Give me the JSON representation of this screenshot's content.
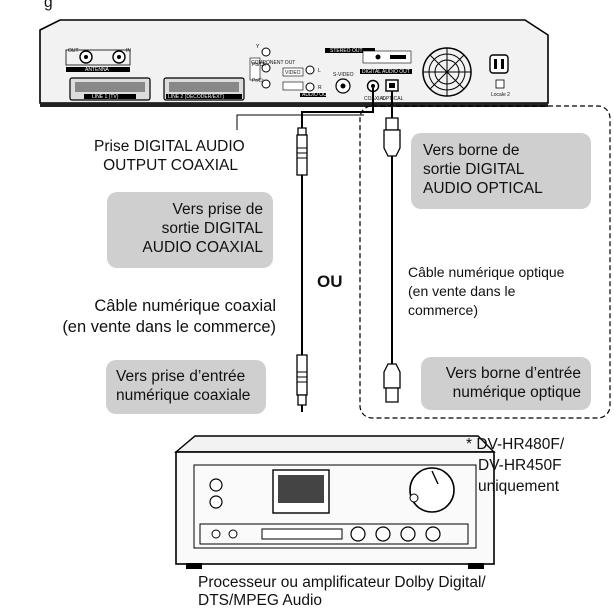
{
  "header_partial": "g",
  "recorder": {
    "antenna_label": "ANTENNA",
    "out_label": "OUT",
    "in_label": "IN",
    "line1_label": "LINE 1 (TV)",
    "line2_label": "LINE 2 (DECODER/EXT)",
    "component_label": "COMPONENT OUT",
    "y_label": "Y",
    "pb_label": "Pb/Cb",
    "pr_label": "Pr/Cr",
    "video_label": "VIDEO",
    "audio_out_label": "AUDIO OUT",
    "stereo_out_label": "STEREO OUT",
    "s_video_label": "S-VIDEO",
    "digital_audio_out_label": "DIGITAL AUDIO OUT",
    "coaxial_label": "COAXIAL",
    "optical_label": "OPTICAL",
    "l_label": "L",
    "r_label": "R",
    "model_label": "Locale 2"
  },
  "labels": {
    "prise_digital": [
      "Prise DIGITAL AUDIO",
      "OUTPUT COAXIAL"
    ],
    "ou": "OU",
    "cable_coaxial": [
      "Câble numérique coaxial",
      "(en vente dans le commerce)"
    ],
    "cable_optique": [
      "Câble numérique optique",
      "(en vente dans le",
      "commerce)"
    ],
    "note": [
      "* DV-HR480F/",
      "DV-HR450F",
      "uniquement"
    ],
    "bottom_caption": [
      "Processeur ou amplificateur Dolby Digital/",
      "DTS/MPEG Audio"
    ]
  },
  "callouts": {
    "vers_prise_sortie": [
      "Vers prise de",
      "sortie DIGITAL",
      "AUDIO COAXIAL"
    ],
    "vers_prise_entree": [
      "Vers prise d’entrée",
      "numérique coaxiale"
    ],
    "vers_borne_sortie": [
      "Vers borne de",
      "sortie DIGITAL",
      "AUDIO OPTICAL"
    ],
    "vers_borne_entree": [
      "Vers borne d’entrée",
      "numérique optique"
    ]
  }
}
